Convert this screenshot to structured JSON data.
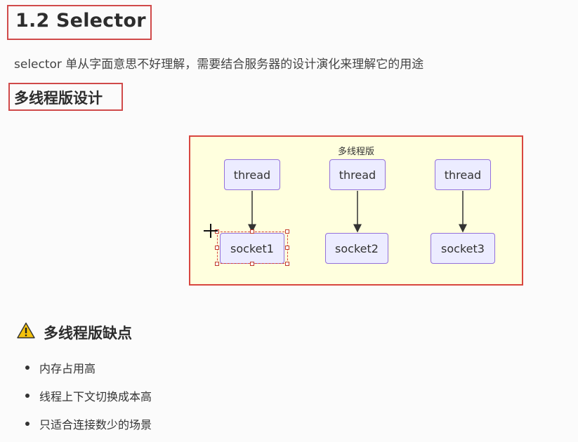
{
  "heading": {
    "title": "1.2 Selector"
  },
  "intro": {
    "text": "selector 单从字面意思不好理解，需要结合服务器的设计演化来理解它的用途"
  },
  "section": {
    "title": "多线程版设计"
  },
  "diagram": {
    "cluster_label": "多线程版",
    "threads": [
      "thread",
      "thread",
      "thread"
    ],
    "sockets": [
      "socket1",
      "socket2",
      "socket3"
    ],
    "colors": {
      "cluster_bg": "#ffffde",
      "node_bg": "#ececff",
      "node_border": "#9370db",
      "highlight": "#d8463f"
    }
  },
  "drawbacks": {
    "title": "多线程版缺点",
    "icon": "warning-icon",
    "items": [
      "内存占用高",
      "线程上下文切换成本高",
      "只适合连接数少的场景"
    ]
  }
}
